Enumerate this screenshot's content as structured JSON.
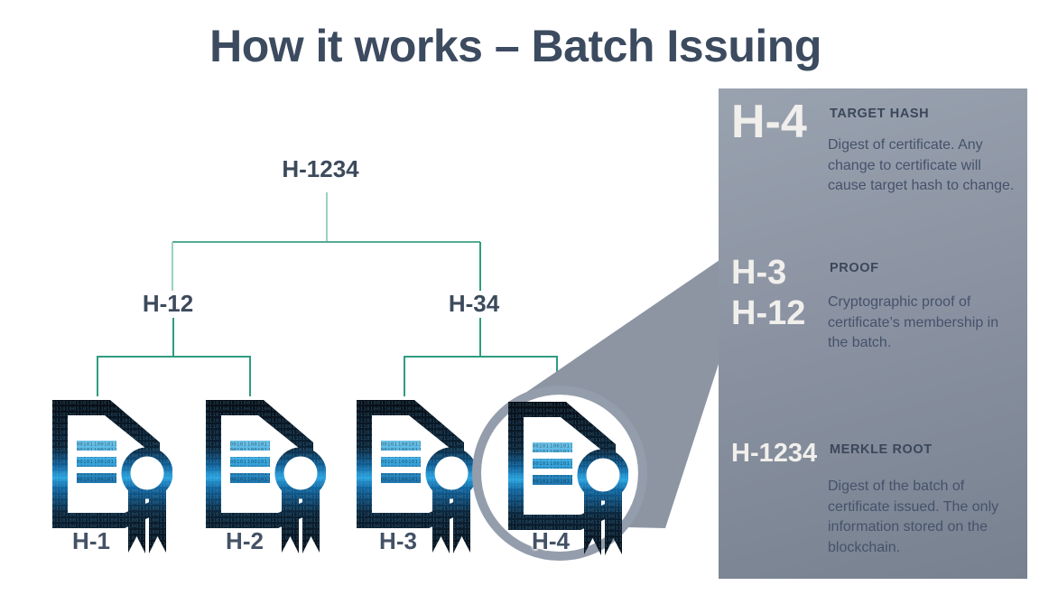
{
  "title": "How it works – Batch Issuing",
  "tree": {
    "root_label": "H-1234",
    "left_parent_label": "H-12",
    "right_parent_label": "H-34",
    "leaf_labels": [
      "H-1",
      "H-2",
      "H-3",
      "H-4"
    ],
    "magnified_leaf": "H-4"
  },
  "panel": {
    "sections": [
      {
        "labels": [
          "H-4"
        ],
        "heading": "TARGET HASH",
        "body": "Digest of certificate. Any change to certificate will cause target hash to change."
      },
      {
        "labels": [
          "H-3",
          "H-12"
        ],
        "heading": "PROOF",
        "body": "Cryptographic proof of certificate’s membership in the batch."
      },
      {
        "labels": [
          "H-1234"
        ],
        "heading": "MERKLE ROOT",
        "body": "Digest of the batch of certificate issued. The only information stored on the blockchain."
      }
    ]
  },
  "icons": {
    "certificate_icon": "binary-code document with award ribbon",
    "magnifier_icon": "zoom callout circle over H-4 certificate"
  },
  "colors": {
    "title": "#3c4b5f",
    "label": "#3d4a5c",
    "tree_line": "#2f9c81",
    "tree_line_mid": "#55ab92",
    "tree_line_light": "#9bd2c0",
    "panel_bg_top": "#99a2af",
    "panel_bg_bottom": "#77818f",
    "beam": "#8d95a3",
    "ring": "#949dab",
    "panel_label": "#f1efec",
    "panel_heading": "#3a4759",
    "panel_body": "#45526b",
    "icon_cyan": "#2ba3df",
    "icon_dark": "#070d15"
  }
}
